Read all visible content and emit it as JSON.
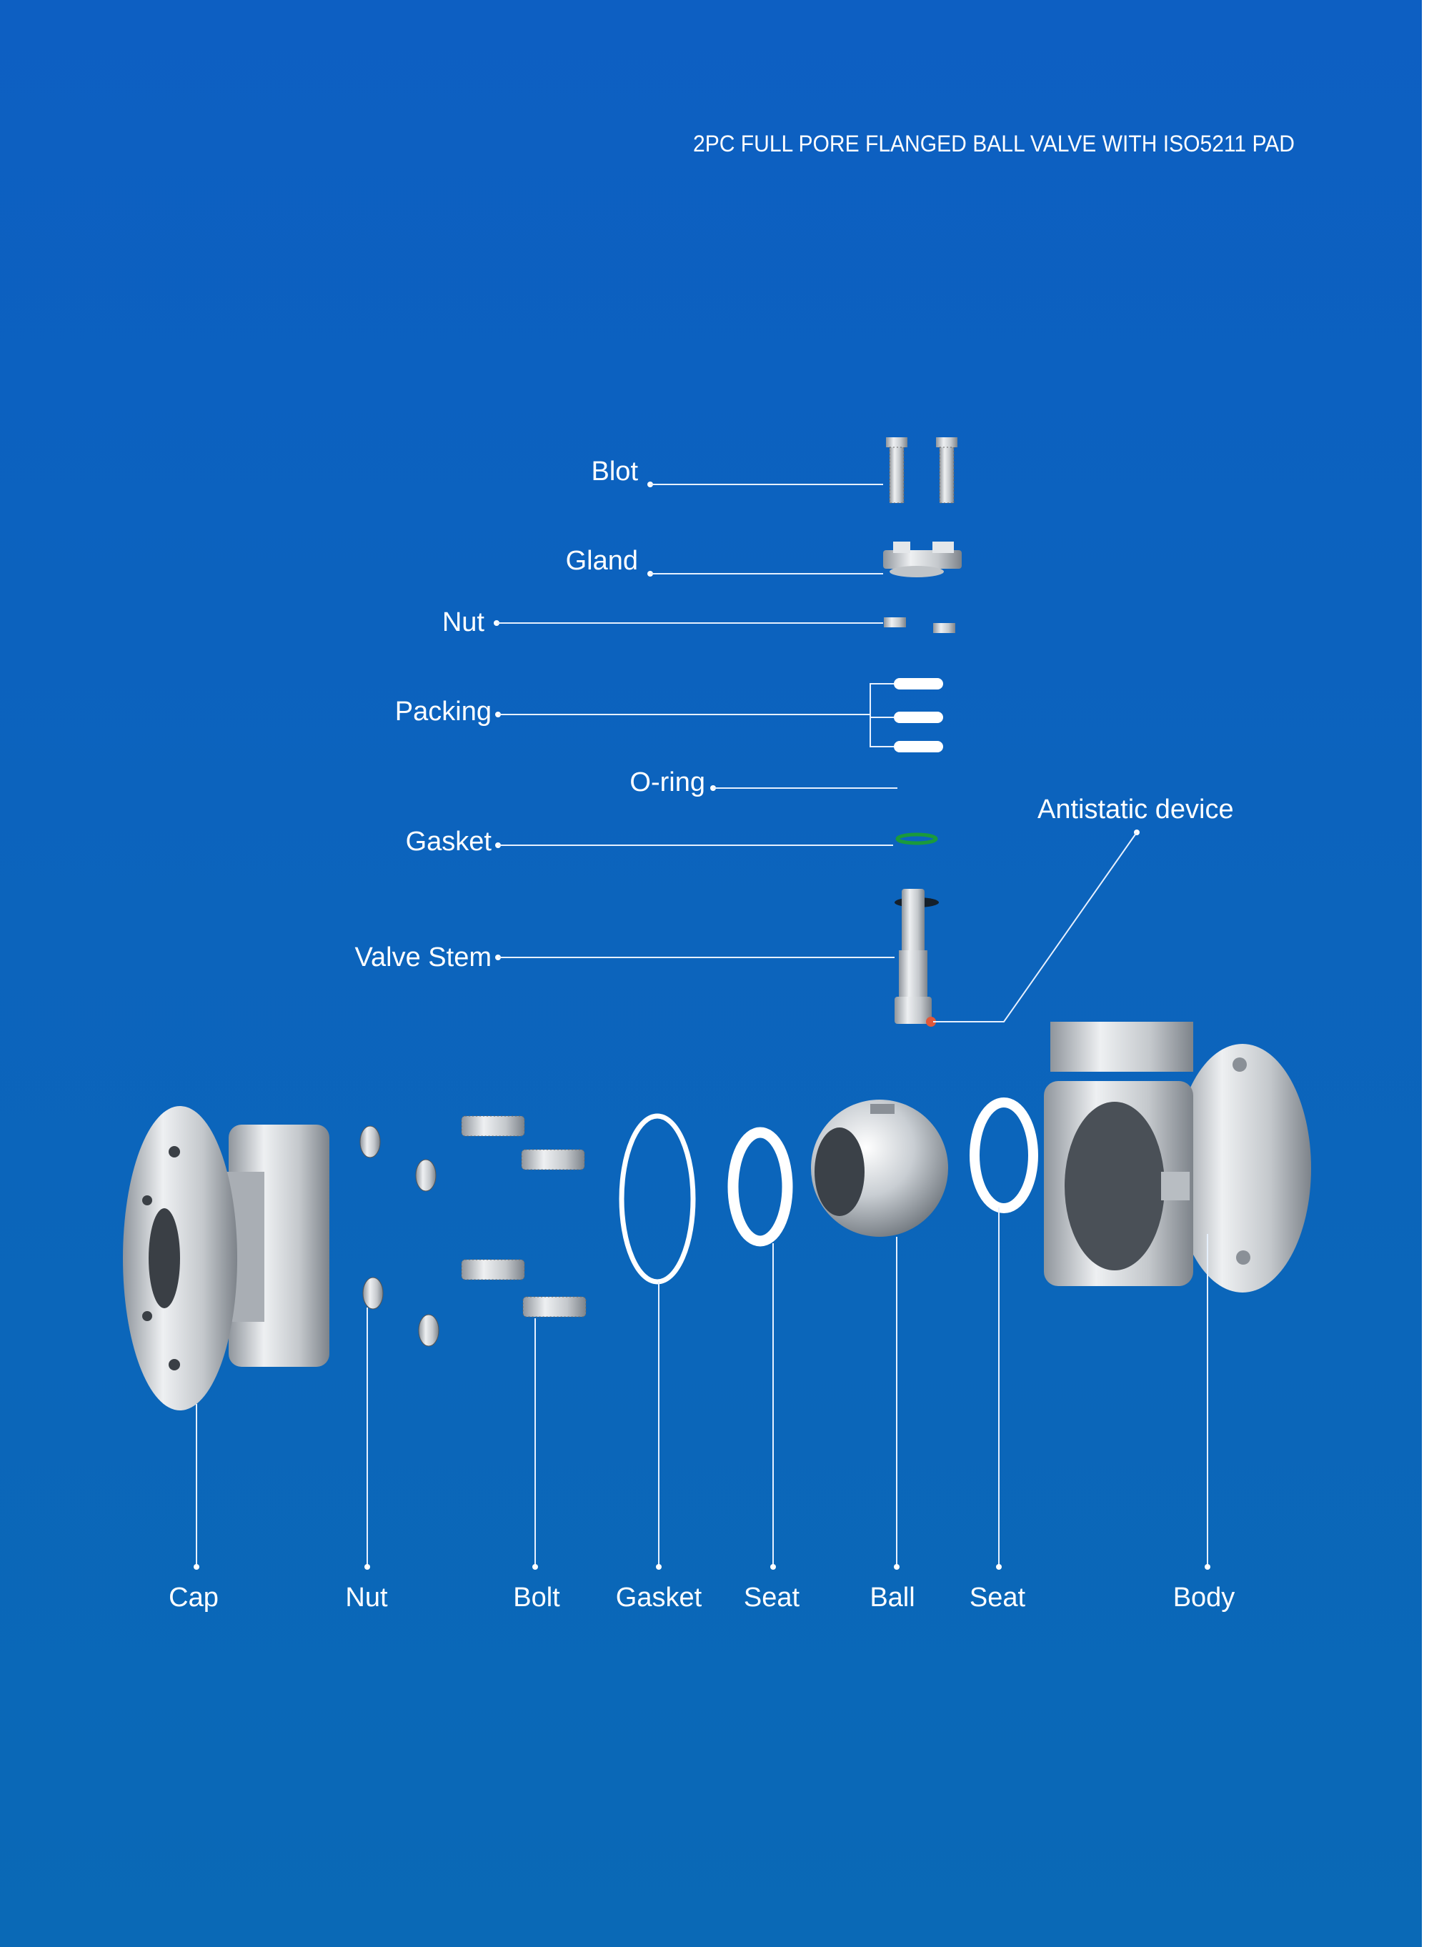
{
  "title": "2PC FULL PORE FLANGED BALL VALVE WITH ISO5211  PAD",
  "colors": {
    "background_top": "#0d5fc2",
    "background_bottom": "#0a69b6",
    "text": "#ffffff",
    "o_ring": "#1a9a3c",
    "gasket_small": "#15202b",
    "antistatic_dot": "#e0583a"
  },
  "top_labels": {
    "blot": "Blot",
    "gland": "Gland",
    "nut": "Nut",
    "packing": "Packing",
    "o_ring": "O-ring",
    "gasket": "Gasket",
    "valve_stem": "Valve Stem",
    "antistatic": "Antistatic device"
  },
  "bottom_labels": {
    "cap": "Cap",
    "nut": "Nut",
    "bolt": "Bolt",
    "gasket": "Gasket",
    "seat1": "Seat",
    "ball": "Ball",
    "seat2": "Seat",
    "body": "Body"
  }
}
